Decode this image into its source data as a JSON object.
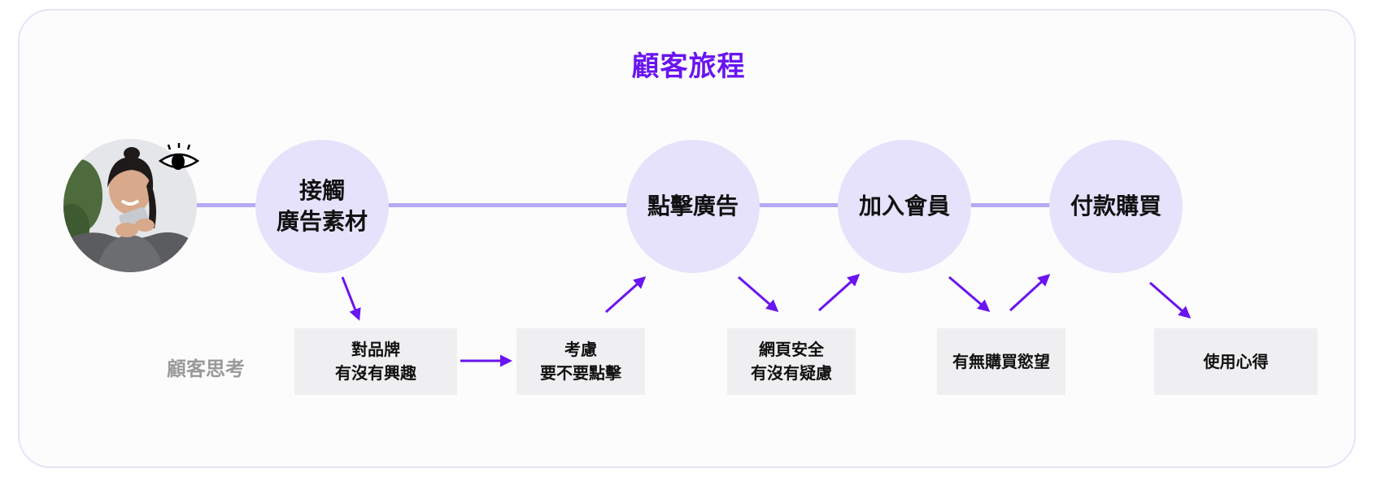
{
  "title": "顧客旅程",
  "stages": [
    {
      "lines": [
        "接觸",
        "廣告素材"
      ]
    },
    {
      "lines": [
        "點擊廣告"
      ]
    },
    {
      "lines": [
        "加入會員"
      ]
    },
    {
      "lines": [
        "付款購買"
      ]
    }
  ],
  "thoughts_label": "顧客思考",
  "thoughts": [
    {
      "lines": [
        "對品牌",
        "有沒有興趣"
      ]
    },
    {
      "lines": [
        "考慮",
        "要不要點擊"
      ]
    },
    {
      "lines": [
        "網頁安全",
        "有沒有疑慮"
      ]
    },
    {
      "lines": [
        "有無購買慾望"
      ]
    },
    {
      "lines": [
        "使用心得"
      ]
    }
  ],
  "colors": {
    "accent": "#6a14f0",
    "circle_fill": "#e6e2fc",
    "timeline": "#b7a9f3",
    "thought_fill": "#efeff1",
    "muted_label": "#9a9a9a"
  },
  "icons": [
    "customer-photo",
    "eye-icon",
    "arrow-icon"
  ]
}
